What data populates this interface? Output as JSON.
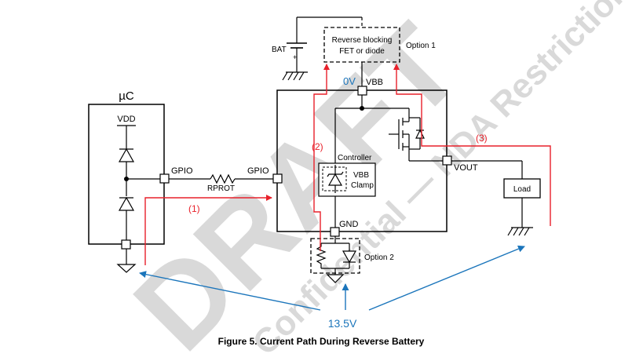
{
  "watermark": {
    "large": "DRAFT",
    "small": "Confidential — NDA Restrictions",
    "color": "#d9d9d9"
  },
  "labels": {
    "bat": "BAT",
    "plus": "+",
    "reverse_block_line1": "Reverse blocking",
    "reverse_block_line2": "FET or diode",
    "option1": "Option 1",
    "uc": "µC",
    "vdd": "VDD",
    "gpio_left": "GPIO",
    "rprot": "RPROT",
    "gpio_right": "GPIO",
    "vbb_0v": "0V",
    "vbb": "VBB",
    "controller": "Controller",
    "vbb_clamp_line1": "VBB",
    "vbb_clamp_line2": "Clamp",
    "vout": "VOUT",
    "load": "Load",
    "gnd": "GND",
    "option2": "Option 2",
    "path1": "(1)",
    "path2": "(2)",
    "path3": "(3)",
    "v_reverse": "13.5V"
  },
  "caption": "Figure 5.  Current Path During Reverse Battery",
  "colors": {
    "current_path": "#e8202a",
    "voltage_arrow": "#1b75bb",
    "wire": "#000000"
  }
}
